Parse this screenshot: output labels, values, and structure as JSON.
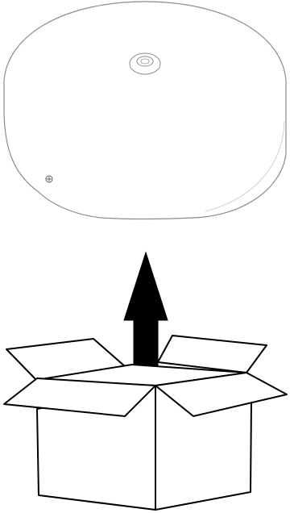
{
  "diagram": {
    "type": "unboxing-illustration",
    "steps": [
      {
        "object": "round-base-cover",
        "icon": "disc-cover-icon"
      },
      {
        "action": "lift-out",
        "icon": "arrow-up-icon",
        "direction": "up"
      },
      {
        "object": "open-box",
        "icon": "open-box-icon"
      }
    ],
    "colors": {
      "background": "#ffffff",
      "outline": "#000000",
      "part_outline": "#8a8a93",
      "arrow": "#000000"
    }
  }
}
